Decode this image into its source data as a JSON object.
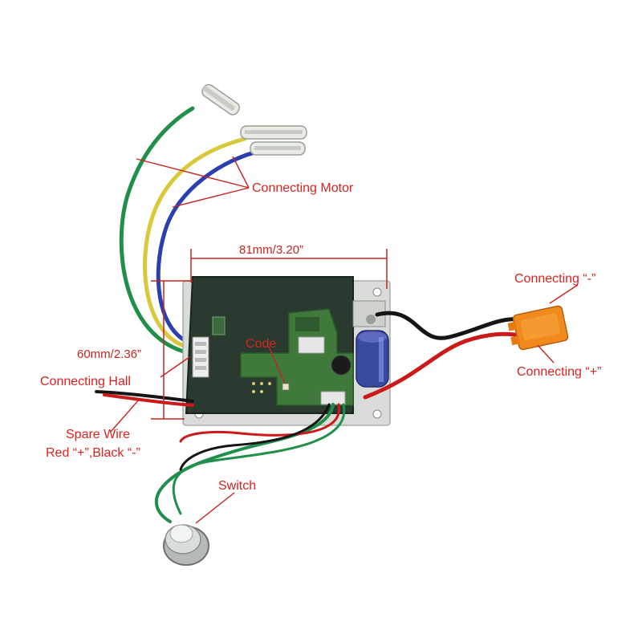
{
  "labels": {
    "connecting_motor": "Connecting Motor",
    "width_dim": "81mm/3.20”",
    "height_dim": "60mm/2.36”",
    "code": "Code",
    "connecting_hall": "Connecting Hall",
    "connecting_minus": "Connecting “-”",
    "connecting_plus": "Connecting “+”",
    "spare_wire_line1": "Spare Wire",
    "spare_wire_line2": "Red “+”,Black “-”",
    "switch": "Switch"
  },
  "colors": {
    "annotation": "#d8231f",
    "pcb": "#2b3a2e",
    "daughter_board": "#3f7a3a",
    "connector_orange": "#f08a1c",
    "capacitor_blue": "#3a4aa0",
    "wire_green": "#1f8f4a",
    "wire_yellow": "#d8c83a",
    "wire_blue": "#2a3fb0"
  }
}
